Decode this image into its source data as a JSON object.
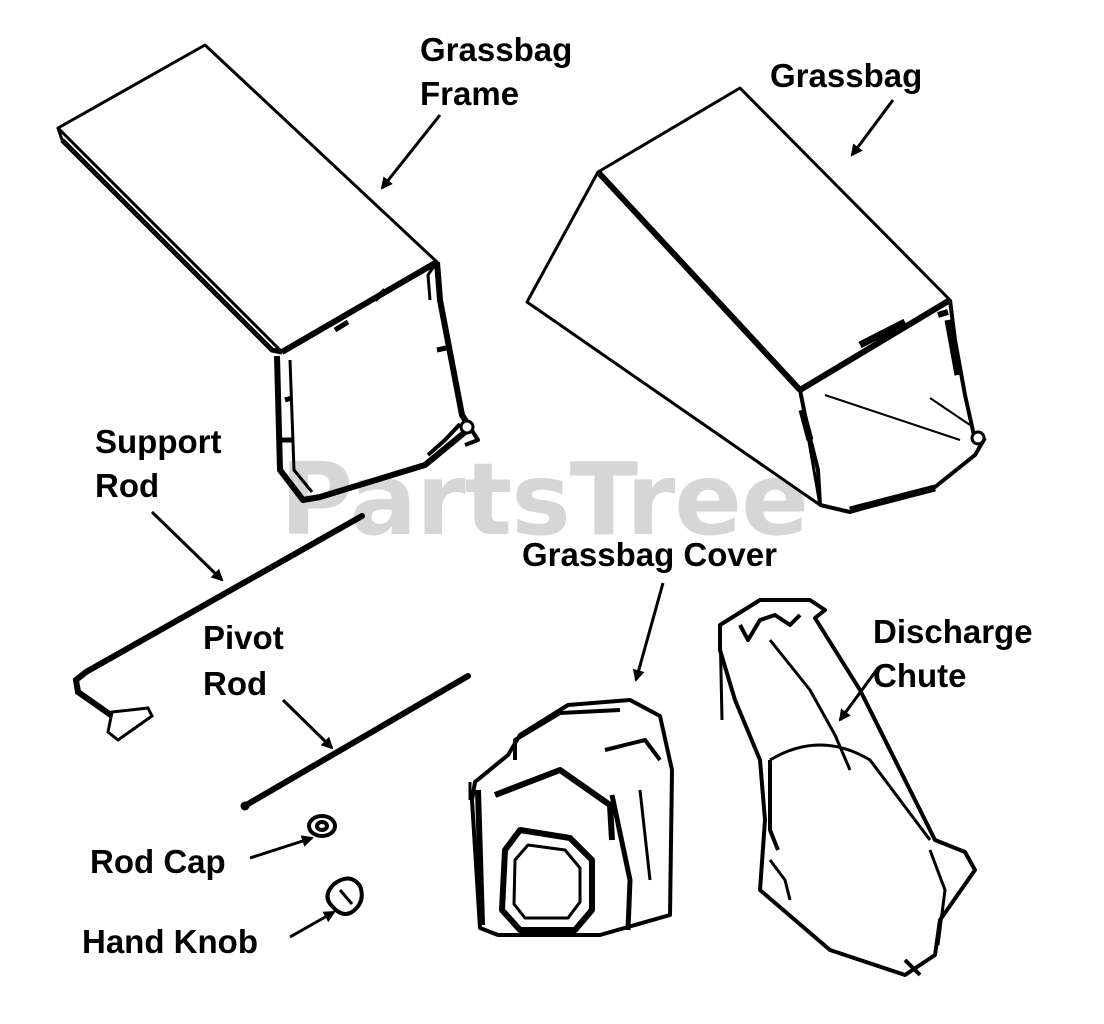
{
  "labels": {
    "grassbag_frame_1": "Grassbag",
    "grassbag_frame_2": "Frame",
    "grassbag": "Grassbag",
    "support_rod_1": "Support",
    "support_rod_2": "Rod",
    "grassbag_cover": "Grassbag Cover",
    "discharge_chute_1": "Discharge",
    "discharge_chute_2": "Chute",
    "pivot_rod_1": "Pivot",
    "pivot_rod_2": "Rod",
    "rod_cap": "Rod Cap",
    "hand_knob": "Hand Knob"
  },
  "watermark": "PartsTree",
  "colors": {
    "ink": "#000000",
    "watermark": "#cfcfcf",
    "background": "#ffffff"
  }
}
